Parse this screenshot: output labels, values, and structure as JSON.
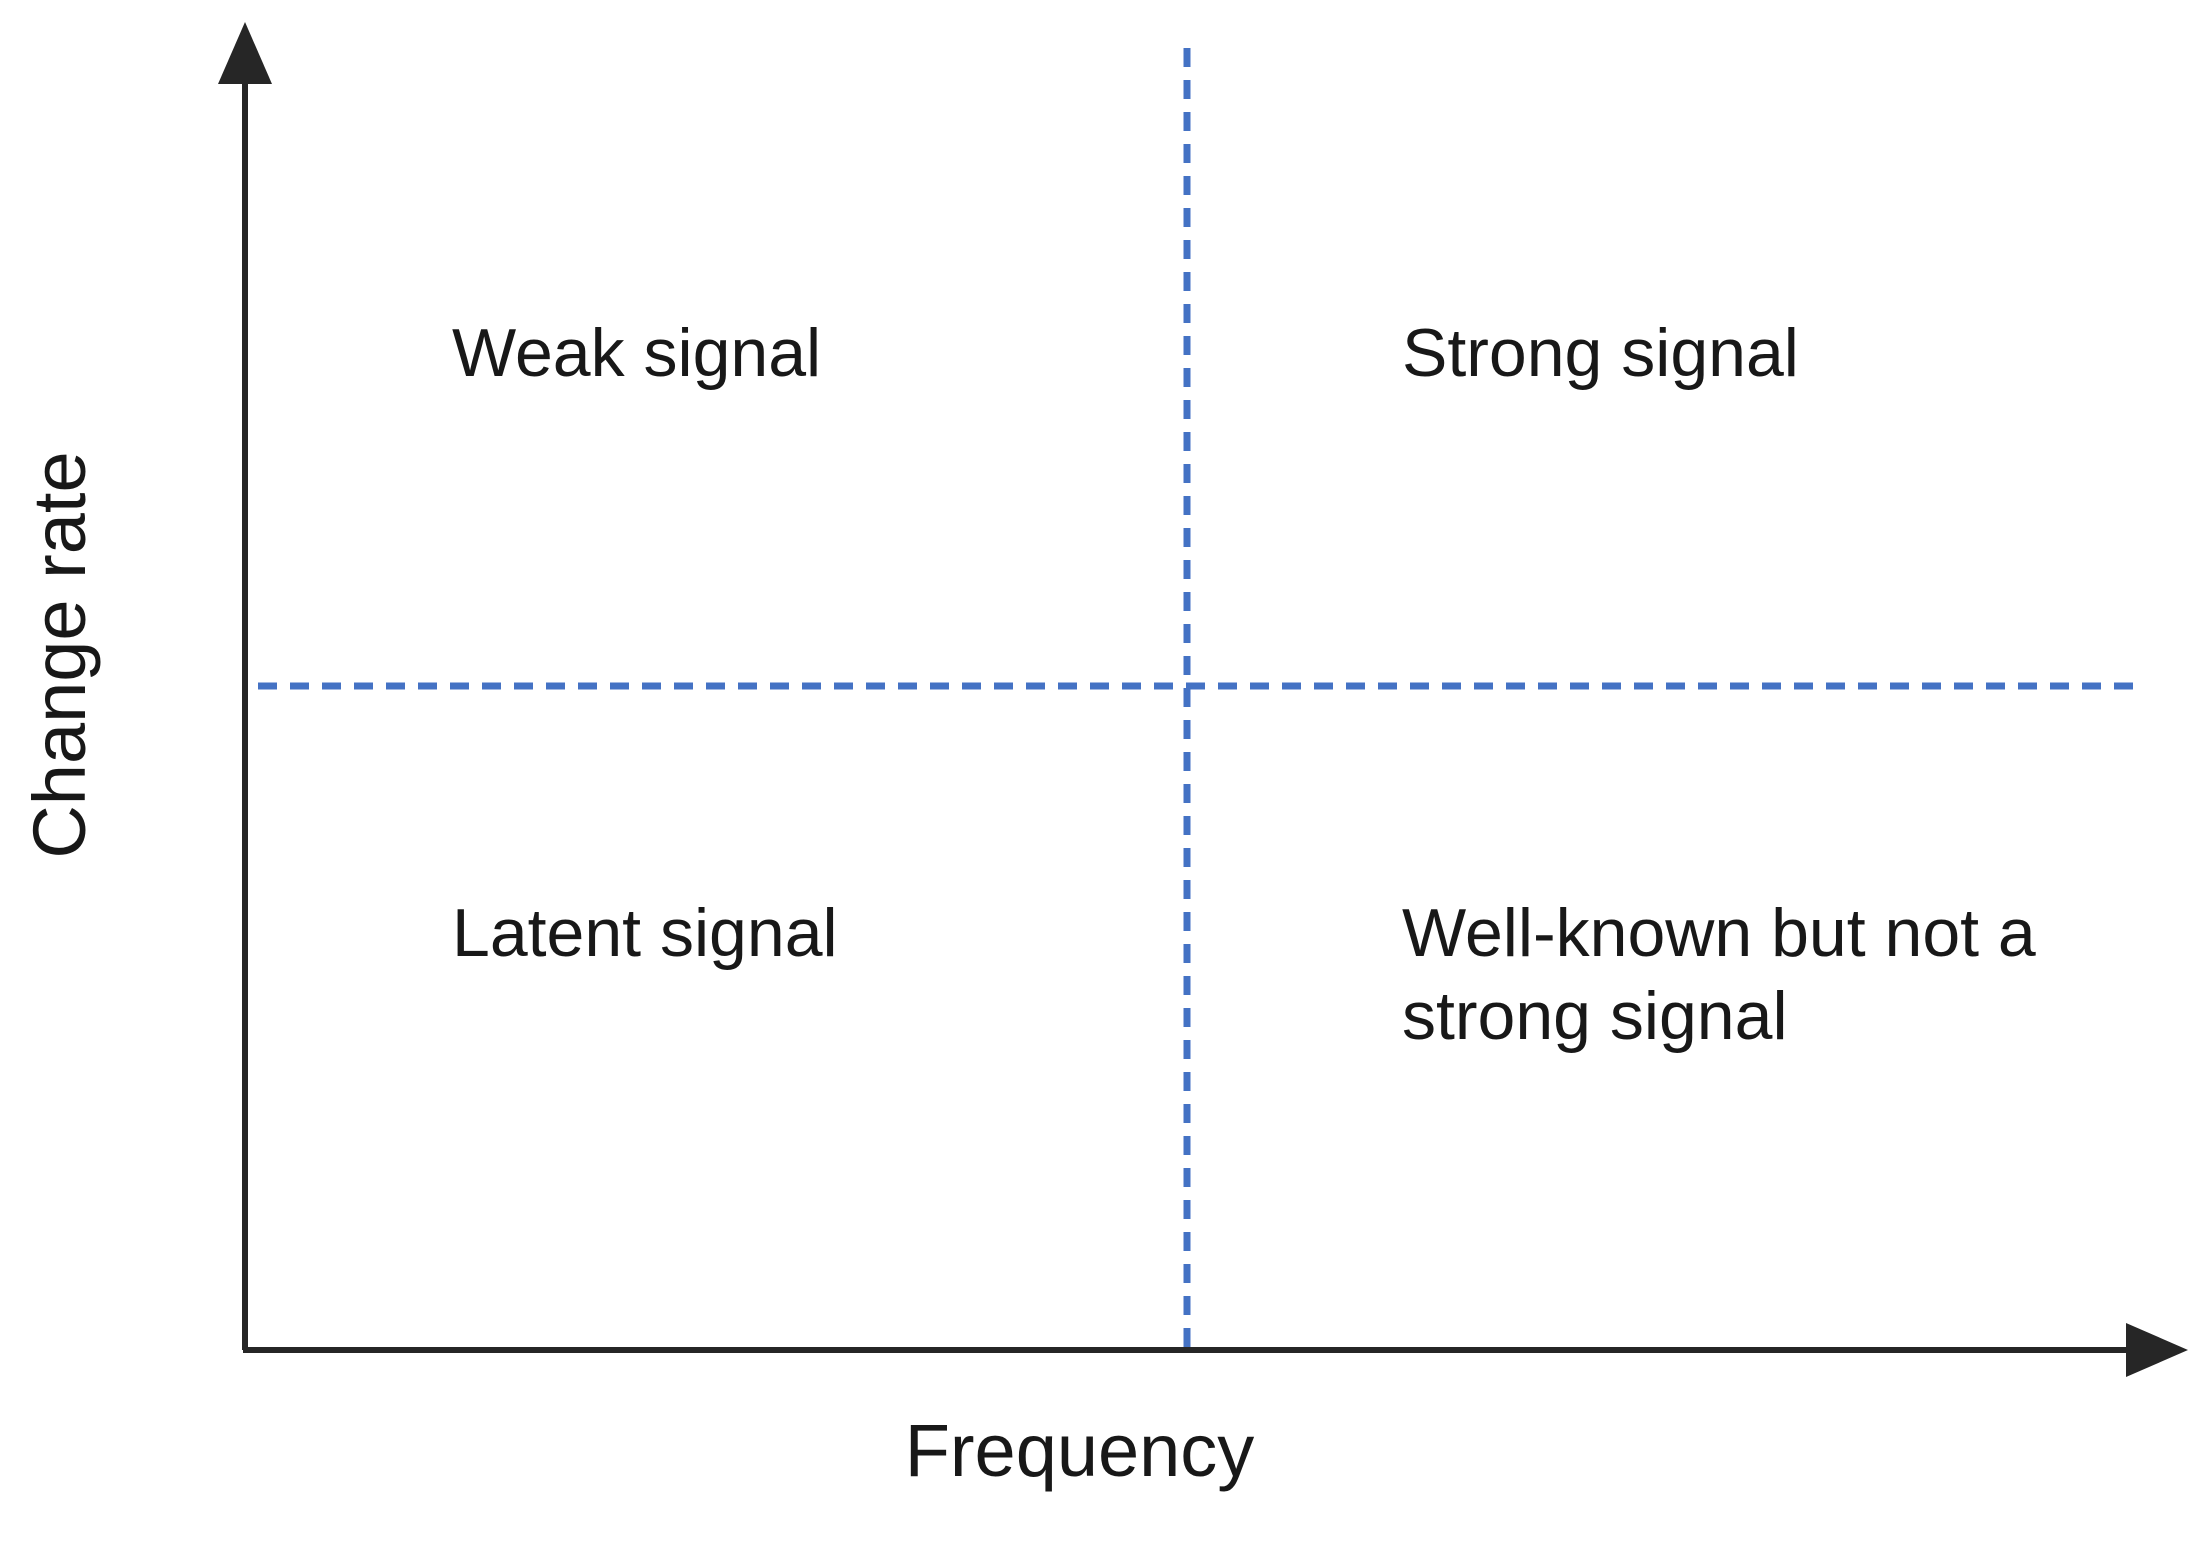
{
  "chart_data": {
    "type": "scatter",
    "title": "",
    "xlabel": "Frequency",
    "ylabel": "Change rate",
    "grid": false,
    "legend": null,
    "axis_style": "arrow-headed quadrant axes, no tick labels",
    "divider_style": "blue dashed",
    "divider_color": "#4472C4",
    "quadrants": [
      {
        "id": "top-left",
        "label": "Weak signal",
        "x": "low",
        "y": "high"
      },
      {
        "id": "top-right",
        "label": "Strong signal",
        "x": "high",
        "y": "high"
      },
      {
        "id": "bottom-left",
        "label": "Latent signal",
        "x": "low",
        "y": "low"
      },
      {
        "id": "bottom-right",
        "label": "Well-known but not a\nstrong signal",
        "x": "high",
        "y": "low"
      }
    ]
  },
  "axes": {
    "y_title": "Change rate",
    "x_title": "Frequency",
    "line_color": "#262626"
  },
  "quadrant_labels": {
    "weak_signal": "Weak signal",
    "strong_signal": "Strong signal",
    "latent_signal": "Latent signal",
    "wellknown_signal": "Well-known but not a strong signal"
  },
  "colors": {
    "axis": "#262626",
    "divider": "#4472C4",
    "text": "#181818",
    "background": "#ffffff"
  }
}
